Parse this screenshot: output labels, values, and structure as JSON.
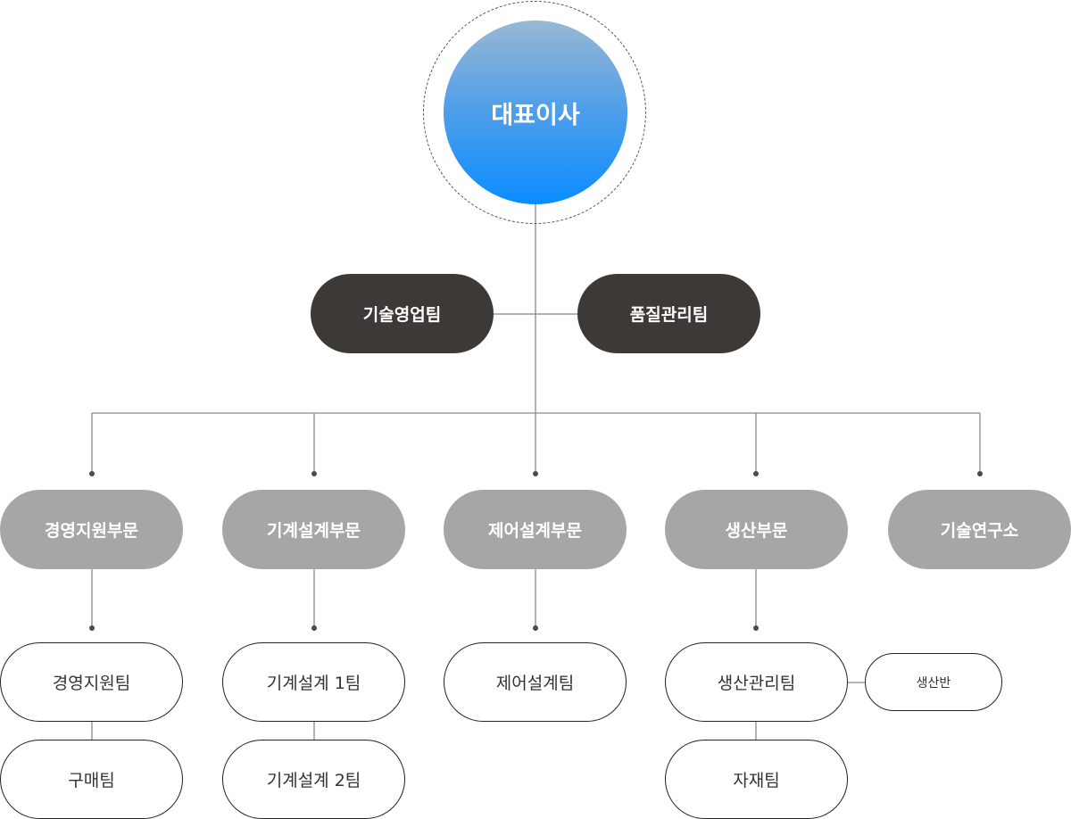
{
  "ceo": {
    "label": "대표이사"
  },
  "staff": [
    {
      "label": "기술영업팀"
    },
    {
      "label": "품질관리팀"
    }
  ],
  "divisions": [
    {
      "label": "경영지원부문",
      "teams": [
        {
          "label": "경영지원팀"
        },
        {
          "label": "구매팀"
        }
      ]
    },
    {
      "label": "기계설계부문",
      "teams": [
        {
          "label": "기계설계 1팀"
        },
        {
          "label": "기계설계 2팀"
        }
      ]
    },
    {
      "label": "제어설계부문",
      "teams": [
        {
          "label": "제어설계팀"
        }
      ]
    },
    {
      "label": "생산부문",
      "teams": [
        {
          "label": "생산관리팀"
        },
        {
          "label": "자재팀"
        }
      ],
      "sub_unit": {
        "label": "생산반"
      }
    },
    {
      "label": "기술연구소",
      "teams": []
    }
  ],
  "colors": {
    "ceo_gradient": [
      "#98b8d3",
      "#0a8cff"
    ],
    "staff_fill": "#3d3937",
    "division_fill": "#a6a6a6",
    "team_border": "#222222",
    "connector": "#888888"
  }
}
